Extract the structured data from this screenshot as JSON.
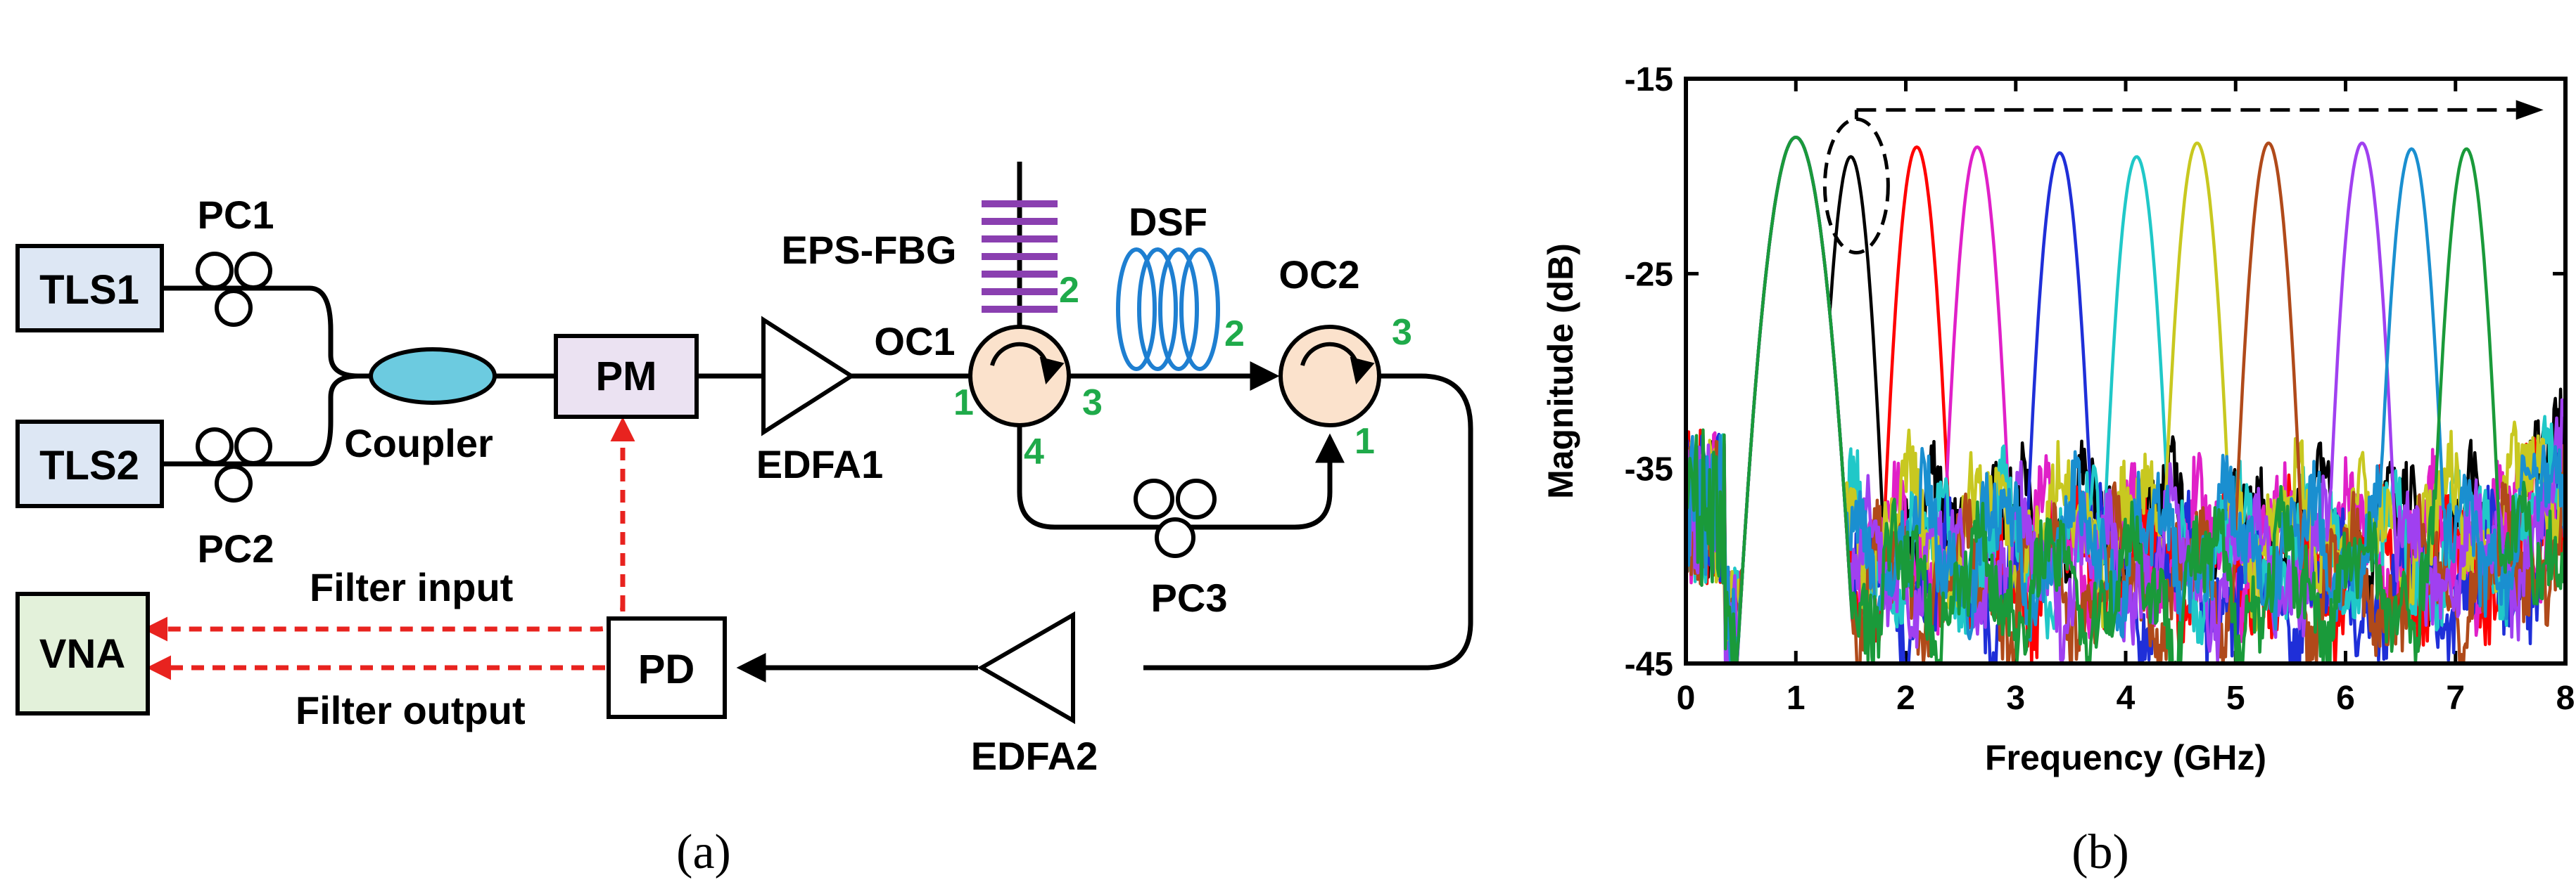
{
  "panel_a": {
    "caption": "(a)",
    "components": {
      "tls1": "TLS1",
      "tls2": "TLS2",
      "pc1": "PC1",
      "pc2": "PC2",
      "coupler": "Coupler",
      "pm": "PM",
      "edfa1": "EDFA1",
      "oc1": "OC1",
      "eps_fbg": "EPS-FBG",
      "dsf": "DSF",
      "oc2": "OC2",
      "pc3": "PC3",
      "edfa2": "EDFA2",
      "pd": "PD",
      "vna": "VNA"
    },
    "ports": {
      "oc1_1": "1",
      "oc1_2": "2",
      "oc1_3": "3",
      "oc1_4": "4",
      "dsf_2": "2",
      "oc2_3": "3",
      "oc2_1": "1"
    },
    "signals": {
      "filter_input": "Filter input",
      "filter_output": "Filter output"
    },
    "colors": {
      "fiber": "#000000",
      "port_numbers": "#1faa4a",
      "rf_signal": "#e8231f",
      "fbg": "#8a3fb0",
      "dsf": "#1e7fd1",
      "coupler": "#6ccbe0",
      "circulator": "#fbe2cc",
      "tls_fill": "#dde7f4",
      "vna_fill": "#e3f1da",
      "pm_fill": "#ebe2f2"
    }
  },
  "panel_b": {
    "caption": "(b)",
    "chart_data": {
      "type": "line",
      "xlabel": "Frequency (GHz)",
      "ylabel": "Magnitude (dB)",
      "xlim": [
        0,
        8
      ],
      "ylim": [
        -45,
        -15
      ],
      "xticks": [
        "0",
        "1",
        "2",
        "3",
        "4",
        "5",
        "6",
        "7",
        "8"
      ],
      "yticks": [
        "-15",
        "-25",
        "-35",
        "-45"
      ],
      "fixed_peak": {
        "frequency": 1.0,
        "magnitude": -18
      },
      "series": [
        {
          "color": "#000000",
          "peak_frequency": 1.5,
          "peak_magnitude": -19,
          "floor": -38
        },
        {
          "color": "#ff0000",
          "peak_frequency": 2.1,
          "peak_magnitude": -18.5,
          "floor": -40
        },
        {
          "color": "#e020c8",
          "peak_frequency": 2.65,
          "peak_magnitude": -18.5,
          "floor": -39
        },
        {
          "color": "#1f2fd8",
          "peak_frequency": 3.4,
          "peak_magnitude": -18.8,
          "floor": -41
        },
        {
          "color": "#20c8c8",
          "peak_frequency": 4.1,
          "peak_magnitude": -19,
          "floor": -39
        },
        {
          "color": "#c8c820",
          "peak_frequency": 4.65,
          "peak_magnitude": -18.3,
          "floor": -38
        },
        {
          "color": "#b04a1a",
          "peak_frequency": 5.3,
          "peak_magnitude": -18.3,
          "floor": -41
        },
        {
          "color": "#a040f0",
          "peak_frequency": 6.15,
          "peak_magnitude": -18.3,
          "floor": -40
        },
        {
          "color": "#1a8fd0",
          "peak_frequency": 6.6,
          "peak_magnitude": -18.6,
          "floor": -39
        },
        {
          "color": "#1a9a3a",
          "peak_frequency": 7.1,
          "peak_magnitude": -18.6,
          "floor": -41
        }
      ]
    }
  }
}
